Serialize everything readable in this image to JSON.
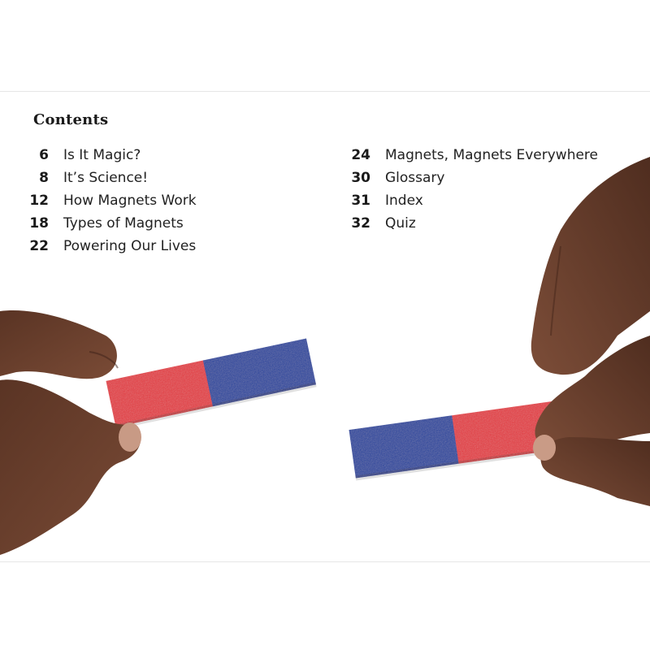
{
  "contents": {
    "title": "Contents",
    "left_entries": [
      {
        "page": "6",
        "title": "Is It Magic?"
      },
      {
        "page": "8",
        "title": "It’s Science!"
      },
      {
        "page": "12",
        "title": "How Magnets Work"
      },
      {
        "page": "18",
        "title": "Types of Magnets"
      },
      {
        "page": "22",
        "title": "Powering Our Lives"
      }
    ],
    "right_entries": [
      {
        "page": "24",
        "title": "Magnets, Magnets Everywhere"
      },
      {
        "page": "30",
        "title": "Glossary"
      },
      {
        "page": "31",
        "title": "Index"
      },
      {
        "page": "32",
        "title": "Quiz"
      }
    ]
  },
  "colors": {
    "magnet_red": "#e5323b",
    "magnet_blue": "#1f3f9e",
    "skin": "#6b4230"
  }
}
